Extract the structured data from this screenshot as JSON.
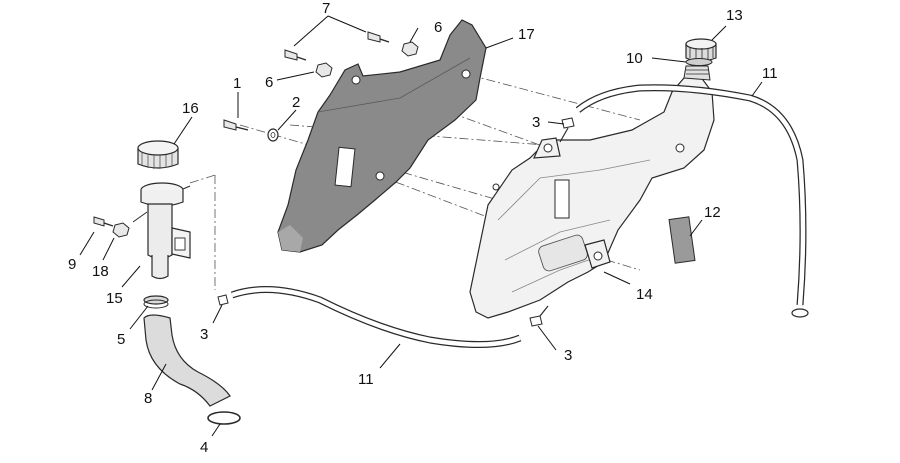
{
  "diagram": {
    "labels": [
      {
        "id": "p1",
        "text": "1"
      },
      {
        "id": "p2",
        "text": "2"
      },
      {
        "id": "p3a",
        "text": "3"
      },
      {
        "id": "p3b",
        "text": "3"
      },
      {
        "id": "p3c",
        "text": "3"
      },
      {
        "id": "p4",
        "text": "4"
      },
      {
        "id": "p5",
        "text": "5"
      },
      {
        "id": "p6a",
        "text": "6"
      },
      {
        "id": "p6b",
        "text": "6"
      },
      {
        "id": "p7",
        "text": "7"
      },
      {
        "id": "p8",
        "text": "8"
      },
      {
        "id": "p9",
        "text": "9"
      },
      {
        "id": "p10",
        "text": "10"
      },
      {
        "id": "p11a",
        "text": "11"
      },
      {
        "id": "p11b",
        "text": "11"
      },
      {
        "id": "p12",
        "text": "12"
      },
      {
        "id": "p13",
        "text": "13"
      },
      {
        "id": "p14",
        "text": "14"
      },
      {
        "id": "p15",
        "text": "15"
      },
      {
        "id": "p16",
        "text": "16"
      },
      {
        "id": "p17",
        "text": "17"
      },
      {
        "id": "p18",
        "text": "18"
      }
    ],
    "colors": {
      "bracket_fill": "#8a8a8a",
      "tank_fill": "#f2f2f2",
      "hose_fill": "#dcdcdc",
      "line": "#2a2a2a"
    }
  }
}
